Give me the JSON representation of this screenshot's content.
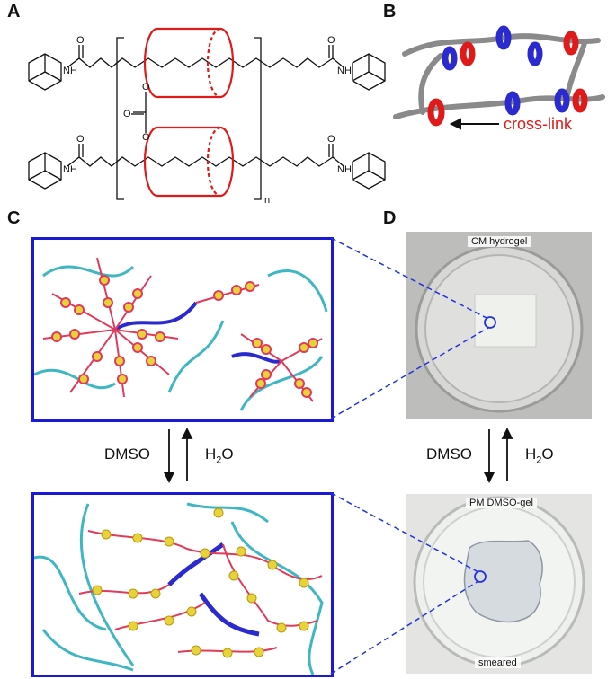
{
  "panels": {
    "a": {
      "letter": "A"
    },
    "b": {
      "letter": "B",
      "crosslink_label": "cross-link"
    },
    "c": {
      "letter": "C"
    },
    "d": {
      "letter": "D",
      "photo_top_label": "CM hydrogel",
      "photo_bottom_label": "PM DMSO-gel",
      "photo_bottom_caption": "smeared"
    }
  },
  "chemistry": {
    "nh": "NH",
    "o": "O",
    "n": "n"
  },
  "arrows": {
    "down_label": "DMSO",
    "up_label_main": "H",
    "up_label_sub": "2",
    "up_label_tail": "O"
  },
  "colors": {
    "accent_red": "#e01a1a",
    "frame_blue": "#1a1ad6",
    "cd_blue": "#2a2acf",
    "teal": "#3fb6c4",
    "bead_yellow": "#e8d23a",
    "dash_blue": "#2233dd"
  }
}
